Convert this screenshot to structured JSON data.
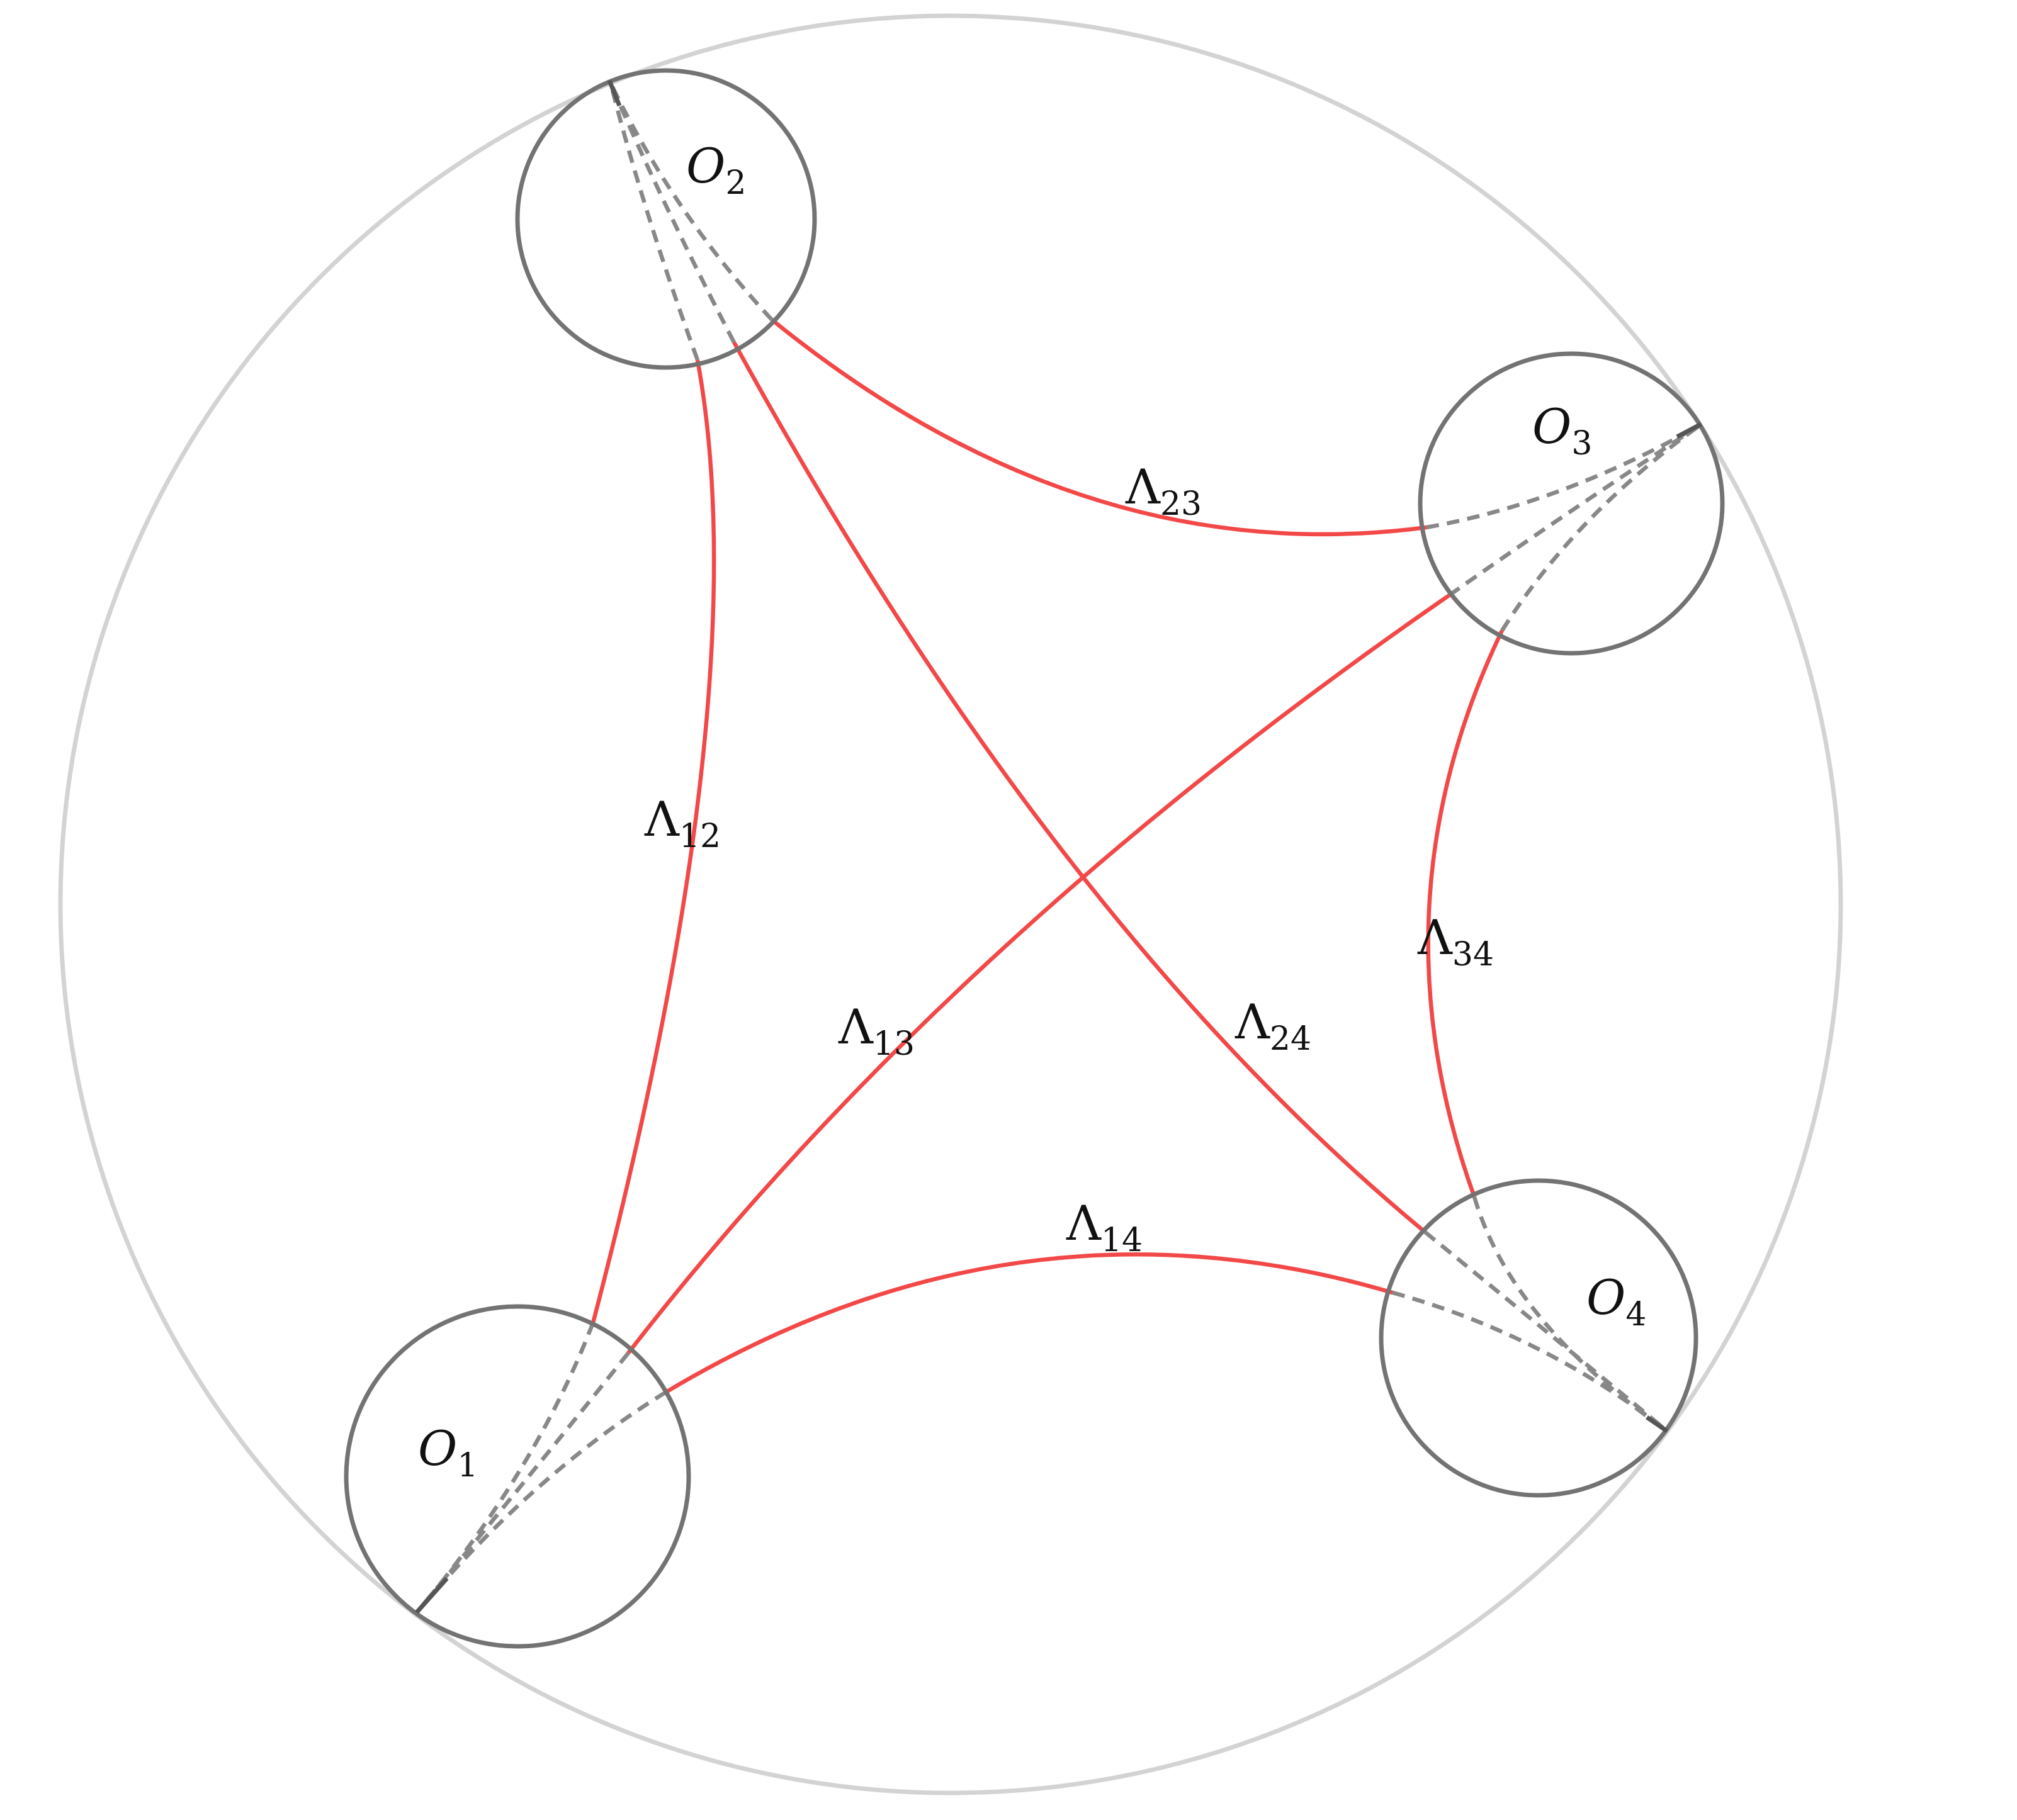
{
  "labels": {
    "O1": {
      "main": "O",
      "sub": "1"
    },
    "O2": {
      "main": "O",
      "sub": "2"
    },
    "O3": {
      "main": "O",
      "sub": "3"
    },
    "O4": {
      "main": "O",
      "sub": "4"
    },
    "L12": {
      "main": "Λ",
      "sub": "12"
    },
    "L13": {
      "main": "Λ",
      "sub": "13"
    },
    "L14": {
      "main": "Λ",
      "sub": "14"
    },
    "L23": {
      "main": "Λ",
      "sub": "23"
    },
    "L24": {
      "main": "Λ",
      "sub": "24"
    },
    "L34": {
      "main": "Λ",
      "sub": "34"
    }
  },
  "colors": {
    "boundary": "#d3d3d3",
    "hole": "#737373",
    "geodesic": "#f34848",
    "chord": "#888888"
  }
}
